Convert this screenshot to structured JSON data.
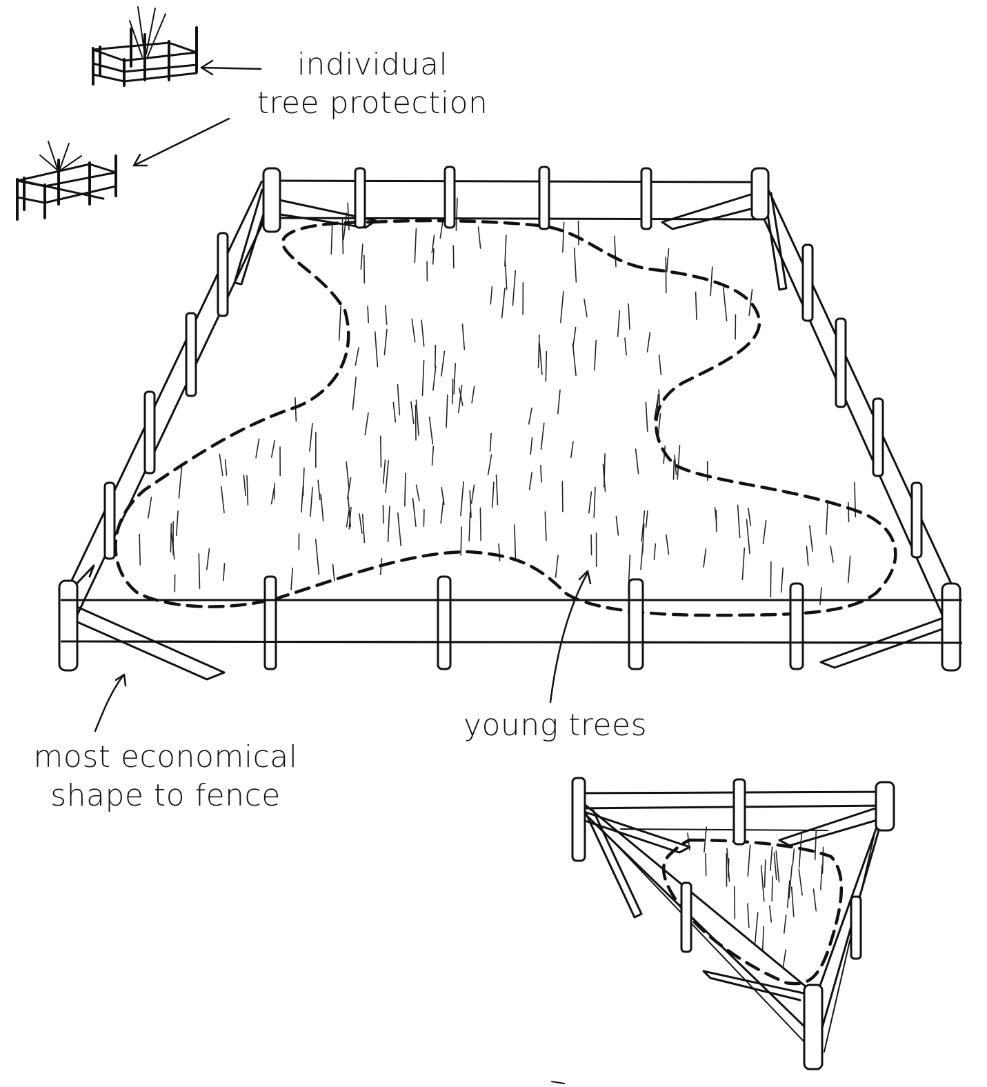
{
  "labels": {
    "individual": [
      "individual",
      "tree protection"
    ],
    "young_trees": "young trees",
    "economical": [
      "most economical",
      "shape to fence"
    ]
  },
  "colors": {
    "ink": "#111111",
    "paper": "#ffffff"
  },
  "icons": [
    "arrow-icon",
    "fence-post-icon",
    "tree-guard-icon"
  ]
}
